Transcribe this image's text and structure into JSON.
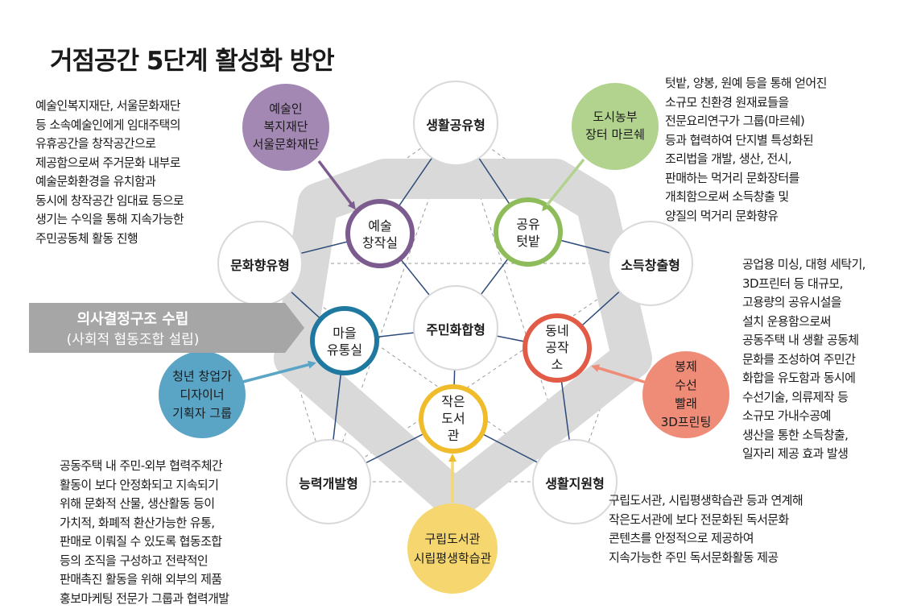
{
  "title": "거점공간 5단계 활성화 방안",
  "callout": {
    "line1": "의사결정구조 수립",
    "line2": "(사회적 협동조합 설립)"
  },
  "outer_nodes": {
    "top": "생활공유형",
    "left": "문화향유형",
    "right": "소득창출형",
    "bottom_left": "능력개발형",
    "bottom_right": "생활지원형"
  },
  "center_node": "주민화합형",
  "inner_nodes": {
    "art_studio": [
      "예술",
      "창작실"
    ],
    "shared_garden": [
      "공유",
      "텃밭"
    ],
    "village_room": [
      "마을",
      "유통실"
    ],
    "workshop": [
      "동네",
      "공작",
      "소"
    ],
    "library": [
      "작은",
      "도서",
      "관"
    ]
  },
  "partner_nodes": {
    "art": [
      "예술인",
      "복지재단",
      "서울문화재단"
    ],
    "market": [
      "도시농부",
      "장터 마르쉐"
    ],
    "designer": [
      "청년 창업가",
      "디자이너",
      "기획자 그룹"
    ],
    "sewing": [
      "봉제",
      "수선",
      "빨래",
      "3D프린팅"
    ],
    "library_partner": [
      "구립도서관",
      "시립평생학습관"
    ]
  },
  "colors": {
    "purple": "#7c5b8f",
    "purple_light": "#a388b3",
    "green": "#8fbc5a",
    "green_light": "#b1d38d",
    "blue": "#1f78a0",
    "blue_light": "#5aa4c6",
    "orange": "#e25b46",
    "orange_light": "#ef8c78",
    "yellow": "#f0bc2c",
    "yellow_light": "#f6d66e",
    "gray_band": "#d9d9d9",
    "link": "#2b4a7a"
  },
  "paragraphs": {
    "top_left": [
      "예술인복지재단, 서울문화재단",
      "등 소속예술인에게 임대주택의",
      "유휴공간을 창작공간으로",
      "제공함으로써 주거문화 내부로",
      "예술문화환경을 유치함과",
      "동시에 창작공간 임대료 등으로",
      "생기는 수익을 통해 지속가능한",
      "주민공동체 활동 진행"
    ],
    "top_right": [
      "텃밭, 양봉, 원예 등을 통해 얻어진",
      "소규모 친환경 원재료들을",
      "전문요리연구가 그룹(마르쉐)",
      "등과 협력하여 단지별 특성화된",
      "조리법을 개발, 생산, 전시,",
      "판매하는 먹거리 문화장터를",
      "개최함으로써 소득창출 및",
      "양질의 먹거리 문화향유"
    ],
    "right": [
      "공업용 미싱, 대형 세탁기,",
      "3D프린터 등 대규모,",
      "고용량의 공유시설을",
      "설치 운용함으로써",
      "공동주택 내 생활 공동체",
      "문화를 조성하여 주민간",
      "화합을 유도함과 동시에",
      "수선기술, 의류제작 등",
      "소규모 가내수공예",
      "생산을 통한 소득창출,",
      "일자리 제공 효과 발생"
    ],
    "bottom_left": [
      "공동주택 내 주민-외부 협력주체간",
      "활동이 보다 안정화되고 지속되기",
      "위해 문화적 산물, 생산활동 등이",
      "가치적, 화폐적 환산가능한 유통,",
      "판매로 이뤄질 수 있도록 협동조합",
      "등의 조직을 구성하고 전략적인",
      "판매촉진 활동을 위해 외부의 제품",
      "홍보마케팅 전문가 그룹과 협력개발"
    ],
    "bottom_right": [
      "구립도서관, 시립평생학습관 등과 연계해",
      "작은도서관에 보다 전문화된 독서문화",
      "콘텐츠를 안정적으로 제공하여",
      "지속가능한 주민 독서문화활동 제공"
    ]
  }
}
